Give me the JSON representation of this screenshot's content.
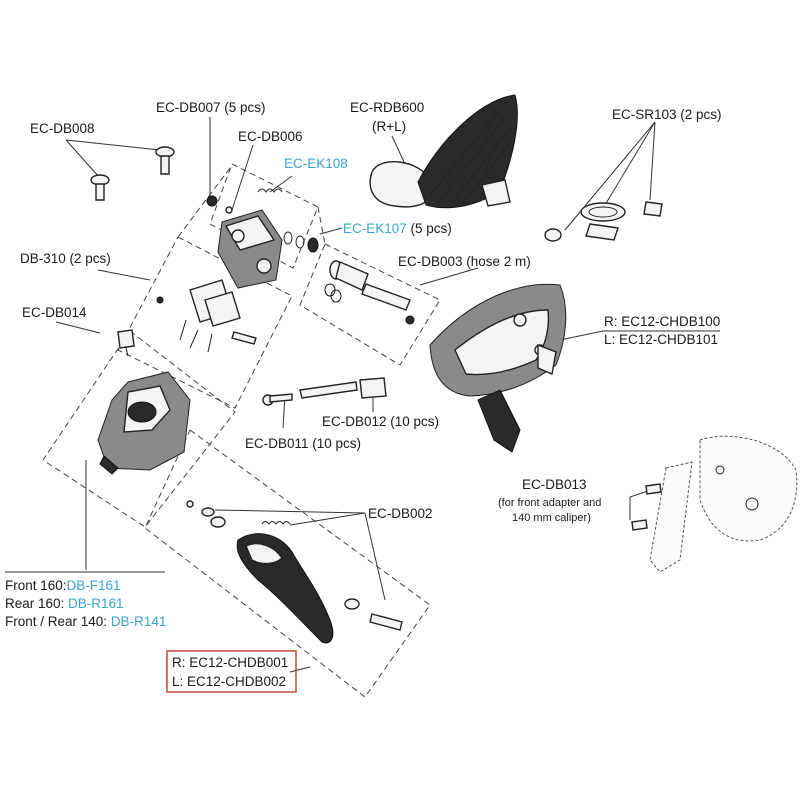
{
  "labels": {
    "ec_db008": "EC-DB008",
    "ec_db007": "EC-DB007 (5 pcs)",
    "ec_db006": "EC-DB006",
    "ec_ek108": "EC-EK108",
    "ec_ek107": "EC-EK107",
    "ec_ek107_qty": " (5 pcs)",
    "ec_rdb600": "EC-RDB600",
    "ec_rdb600_sub": "(R+L)",
    "ec_sr103": "EC-SR103 (2 pcs)",
    "db_310": "DB-310 (2 pcs)",
    "ec_db003": "EC-DB003 (hose 2 m)",
    "ec_db014": "EC-DB014",
    "chdb100": "R: EC12-CHDB100",
    "chdb101": "L: EC12-CHDB101",
    "ec_db012": "EC-DB012 (10 pcs)",
    "ec_db011": "EC-DB011 (10 pcs)",
    "ec_db013": "EC-DB013",
    "ec_db013_note1": "(for front adapter and",
    "ec_db013_note2": "140 mm caliper)",
    "ec_db002": "EC-DB002",
    "front160": "Front 160:",
    "front160_code": "DB-F161",
    "rear160": "Rear 160: ",
    "rear160_code": "DB-R161",
    "frontrear140": "Front / Rear 140: ",
    "frontrear140_code": "DB-R141",
    "chdb001": "R: EC12-CHDB001",
    "chdb002": "L: EC12-CHDB002"
  },
  "colors": {
    "text": "#1a1a1a",
    "highlight_blue": "#3aa6cf",
    "box_red": "#c0392b"
  }
}
